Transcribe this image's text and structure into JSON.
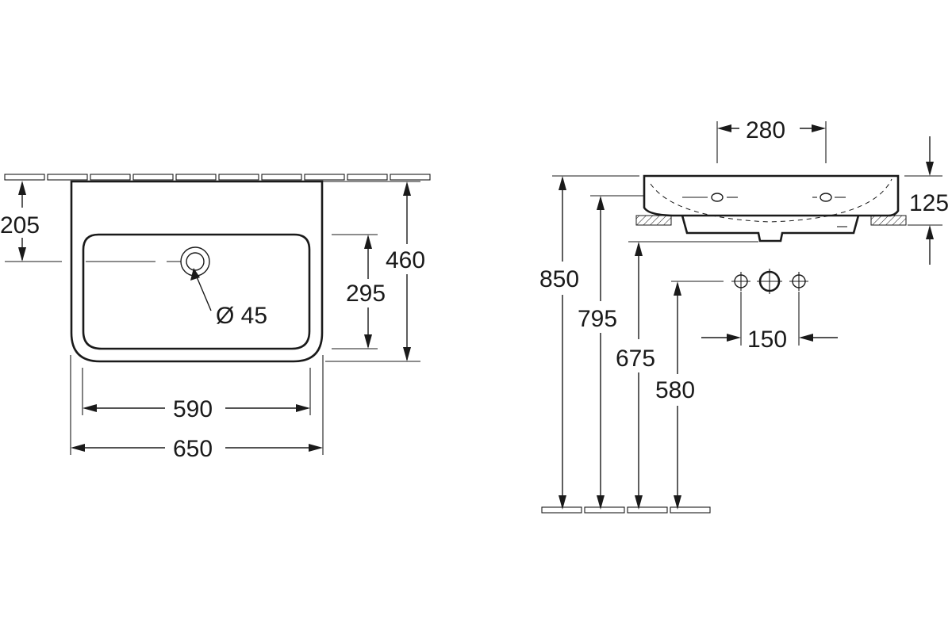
{
  "front": {
    "dim_205": "205",
    "dim_460": "460",
    "dim_295": "295",
    "dim_drain": "Ø 45",
    "dim_590": "590",
    "dim_650": "650"
  },
  "side": {
    "dim_280": "280",
    "dim_125": "125",
    "dim_850": "850",
    "dim_795": "795",
    "dim_675": "675",
    "dim_580": "580",
    "dim_150": "150"
  }
}
